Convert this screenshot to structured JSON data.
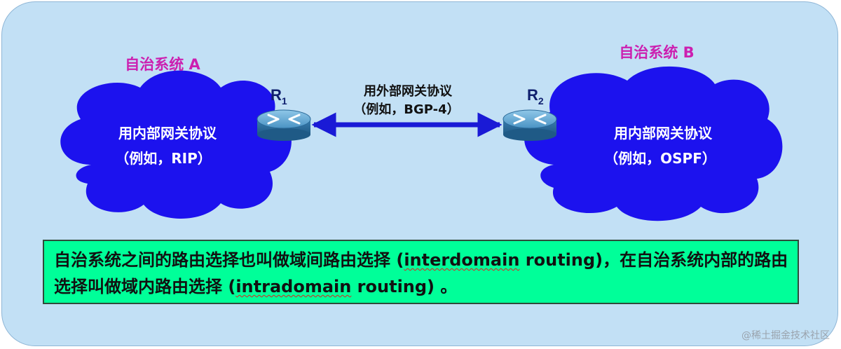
{
  "system_a": {
    "title": "自治系统 A",
    "cloud_line1": "用内部网关协议",
    "cloud_line2": "（例如，RIP）"
  },
  "system_b": {
    "title": "自治系统 B",
    "cloud_line1": "用内部网关协议",
    "cloud_line2": "（例如，OSPF）"
  },
  "router_1": {
    "letter": "R",
    "sub": "1"
  },
  "router_2": {
    "letter": "R",
    "sub": "2"
  },
  "link": {
    "line1": "用外部网关协议",
    "line2": "（例如，BGP-4）"
  },
  "note": {
    "part1": "自治系统之间的路由选择也叫做域间路由选择 (",
    "term1": "interdomain",
    "part2": " routing)，在自治系统内部的路由选择叫做域内路由选择 (",
    "term2": "intradomain",
    "part3": " routing) 。"
  },
  "watermark": "@稀土掘金技术社区",
  "colors": {
    "panel": "#c2e0f5",
    "cloud": "#1c12ee",
    "system_title": "#cc1fb0",
    "arrow": "#1a1ad6",
    "router": "#3a86b8",
    "note_bg": "#00ff99"
  }
}
